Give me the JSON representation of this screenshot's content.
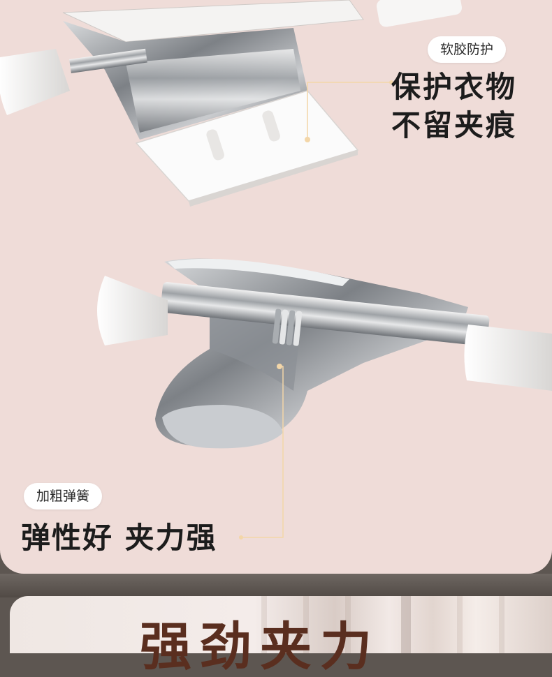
{
  "feature_top": {
    "tag": "软胶防护",
    "line1": "保护衣物",
    "line2": "不留夹痕"
  },
  "feature_bottom": {
    "tag": "加粗弹簧",
    "headline": "弹性好 夹力强"
  },
  "next_section": {
    "title": "强劲夹力"
  },
  "colors": {
    "panel_bg": "#efdcd8",
    "frame": "#5d5651",
    "title_brown": "#5a2e1f",
    "callout_gold": "#f3d6a8"
  }
}
